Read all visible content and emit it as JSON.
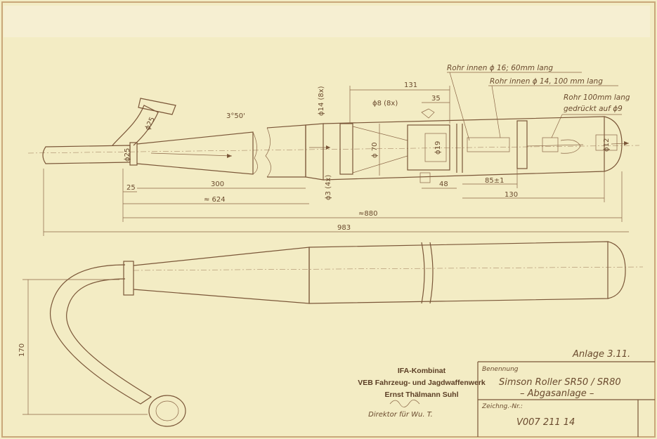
{
  "drawing": {
    "annex_label": "Anlage 3.11.",
    "notes": {
      "tube_16": "Rohr innen ϕ 16; 60mm lang",
      "tube_14": "Rohr innen ϕ 14, 100 mm lang",
      "tube_100_line1": "Rohr 100mm lang",
      "tube_100_line2": "gedrückt auf ϕ9"
    },
    "dimensions": {
      "d131": "131",
      "d35": "35",
      "angle": "3°50'",
      "d300": "300",
      "d25": "25",
      "d624": "≈ 624",
      "d880": "≈880",
      "d983": "983",
      "d48": "48",
      "d85": "85±1",
      "d130": "130",
      "d170": "170",
      "phi25_flange": "ϕ25",
      "phi25_pipe": "ϕ25",
      "phi14": "ϕ14 (8x)",
      "phi8": "ϕ8 (8x)",
      "phi70": "ϕ 70",
      "phi3": "ϕ3 (4x)",
      "phi19": "ϕ19",
      "phi12": "ϕ12"
    }
  },
  "title_block": {
    "maker_line1": "IFA-Kombinat",
    "maker_line2": "VEB Fahrzeug- und Jagdwaffenwerk",
    "maker_line3": "Ernst Thälmann Suhl",
    "signature_role": "Direktor für Wu. T.",
    "name_label": "Benennung",
    "name_line1": "Simson Roller SR50 / SR80",
    "name_line2": "– Abgasanlage –",
    "drawing_no_label": "Zeichng.-Nr.:",
    "drawing_no": "V007 211 14"
  }
}
